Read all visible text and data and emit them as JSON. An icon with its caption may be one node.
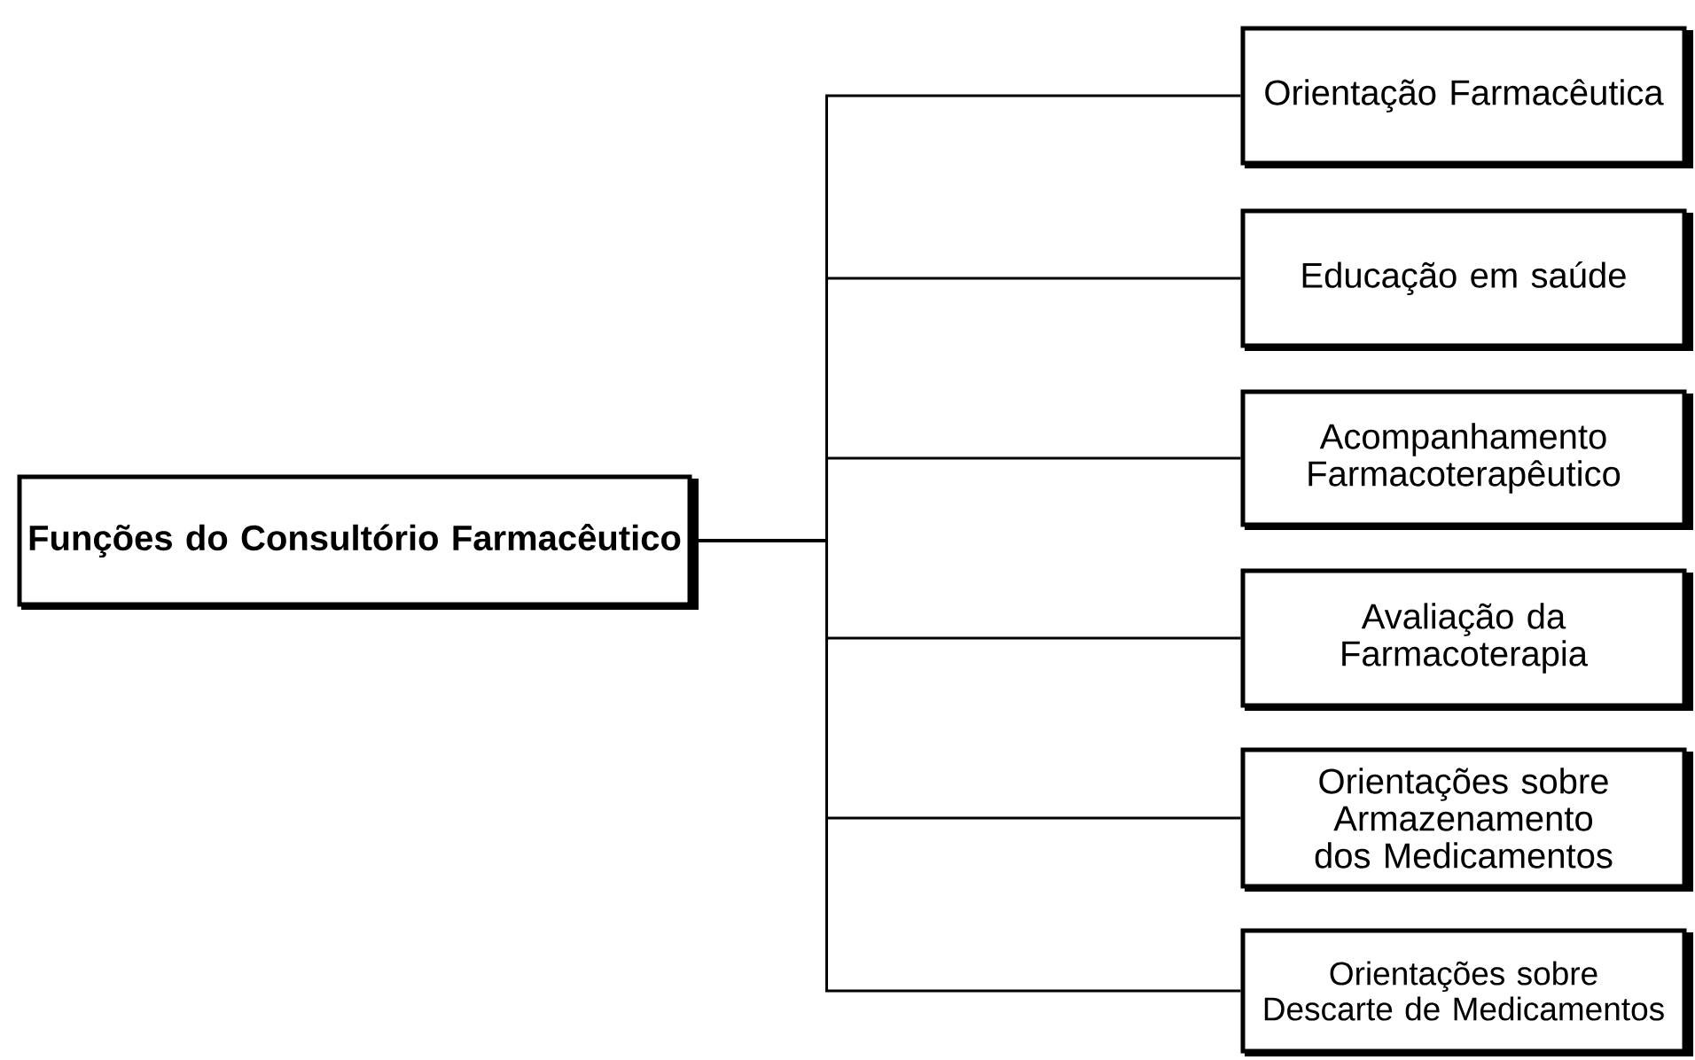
{
  "diagram": {
    "nodes": [
      {
        "text": [
          "Funções do Consultório Farmacêutico"
        ]
      },
      {
        "text": [
          "Orientação Farmacêutica"
        ]
      },
      {
        "text": [
          "Educação em saúde"
        ]
      },
      {
        "text": [
          "Acompanhamento Farmacoterapêutico"
        ]
      },
      {
        "text": [
          "Avaliação da Farmacoterapia"
        ]
      },
      {
        "text": [
          "Orientações sobre Armazenamento dos Medicamentos"
        ]
      },
      {
        "text": [
          "Orientações sobre Descarte de Medicamentos"
        ]
      }
    ],
    "edges": [
      {
        "from": 0,
        "to": 1,
        "arrow": "none"
      },
      {
        "from": 0,
        "to": 2,
        "arrow": "none"
      },
      {
        "from": 0,
        "to": 3,
        "arrow": "none"
      },
      {
        "from": 0,
        "to": 4,
        "arrow": "none"
      },
      {
        "from": 0,
        "to": 5,
        "arrow": "none"
      },
      {
        "from": 0,
        "to": 6,
        "arrow": "none"
      }
    ]
  }
}
